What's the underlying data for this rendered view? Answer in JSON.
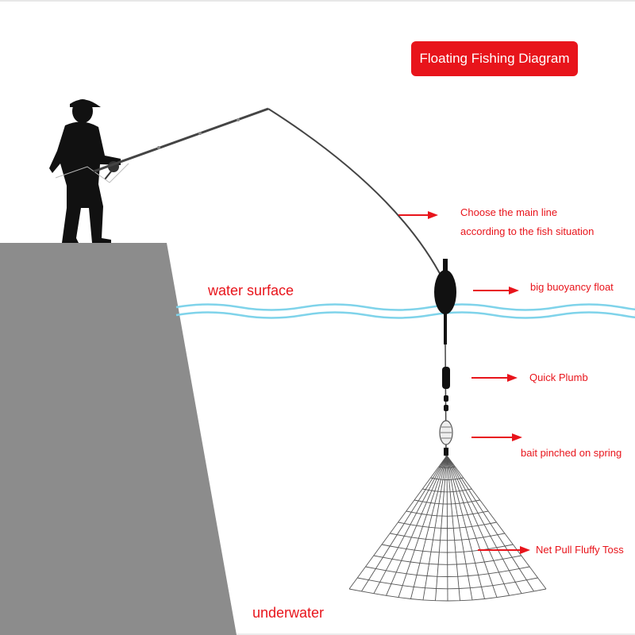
{
  "title": "Floating Fishing Diagram",
  "labels": {
    "water_surface": "water surface",
    "underwater": "underwater"
  },
  "annotations": {
    "main_line": [
      "Choose the main line",
      "according to the fish situation"
    ],
    "float": "big buoyancy float",
    "plumb": "Quick Plumb",
    "bait": "bait pinched on spring",
    "net": "Net Pull Fluffy Toss"
  },
  "colors": {
    "accent": "#e8141b",
    "water": "#7fd3ea",
    "cliff": "#8c8c8c",
    "silhouette": "#111111"
  }
}
